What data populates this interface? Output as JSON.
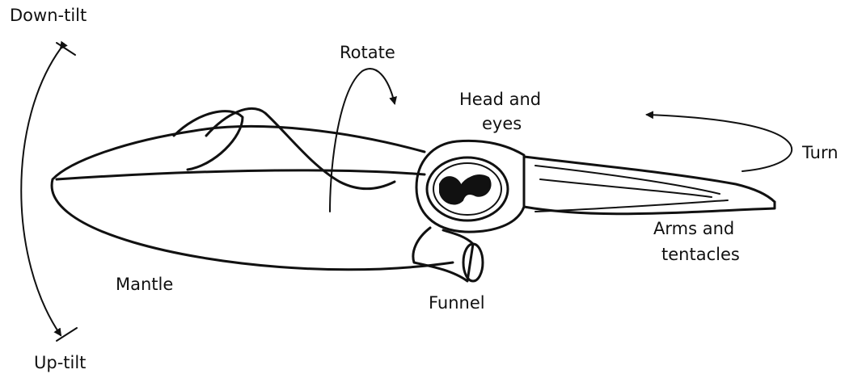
{
  "labels": {
    "down_tilt": "Down-tilt",
    "up_tilt": "Up-tilt",
    "rotate": "Rotate",
    "head_line1": "Head and",
    "head_line2": "eyes",
    "turn": "Turn",
    "arms_line1": "Arms and",
    "arms_line2": "tentacles",
    "mantle": "Mantle",
    "funnel": "Funnel"
  },
  "colors": {
    "ink": "#111111",
    "background": "#ffffff"
  }
}
